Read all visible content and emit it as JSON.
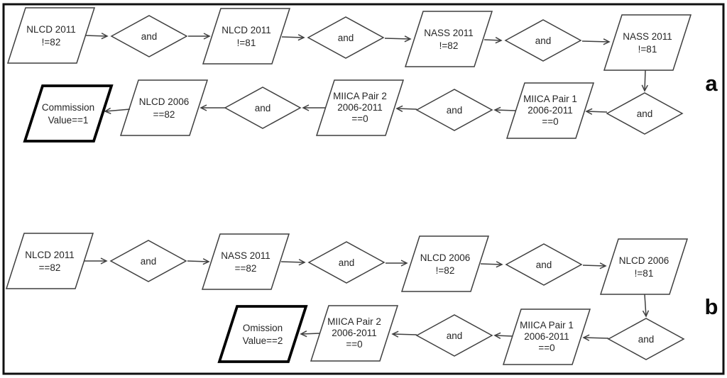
{
  "figure": {
    "frame_color": "#101010",
    "shape_stroke_color": "#3f3f3f",
    "result_stroke_color": "#000000",
    "text_color": "#262626"
  },
  "section_a": {
    "label": "a",
    "top_row": [
      {
        "type": "parallelogram",
        "lines": [
          "NLCD 2011",
          "!=82"
        ]
      },
      {
        "type": "decision",
        "lines": [
          "and"
        ]
      },
      {
        "type": "parallelogram",
        "lines": [
          "NLCD 2011",
          "!=81"
        ]
      },
      {
        "type": "decision",
        "lines": [
          "and"
        ]
      },
      {
        "type": "parallelogram",
        "lines": [
          "NASS 2011",
          "!=82"
        ]
      },
      {
        "type": "decision",
        "lines": [
          "and"
        ]
      },
      {
        "type": "parallelogram",
        "lines": [
          "NASS 2011",
          "!=81"
        ]
      }
    ],
    "bottom_row": [
      {
        "type": "decision",
        "lines": [
          "and"
        ]
      },
      {
        "type": "parallelogram",
        "lines": [
          "MIICA Pair 1",
          "2006-2011",
          "==0"
        ]
      },
      {
        "type": "decision",
        "lines": [
          "and"
        ]
      },
      {
        "type": "parallelogram",
        "lines": [
          "MIICA Pair 2",
          "2006-2011",
          "==0"
        ]
      },
      {
        "type": "decision",
        "lines": [
          "and"
        ]
      },
      {
        "type": "parallelogram",
        "lines": [
          "NLCD 2006",
          "==82"
        ]
      },
      {
        "type": "result",
        "lines": [
          "Commission",
          "Value==1"
        ]
      }
    ]
  },
  "section_b": {
    "label": "b",
    "top_row": [
      {
        "type": "parallelogram",
        "lines": [
          "NLCD 2011",
          "==82"
        ]
      },
      {
        "type": "decision",
        "lines": [
          "and"
        ]
      },
      {
        "type": "parallelogram",
        "lines": [
          "NASS 2011",
          "==82"
        ]
      },
      {
        "type": "decision",
        "lines": [
          "and"
        ]
      },
      {
        "type": "parallelogram",
        "lines": [
          "NLCD 2006",
          "!=82"
        ]
      },
      {
        "type": "decision",
        "lines": [
          "and"
        ]
      },
      {
        "type": "parallelogram",
        "lines": [
          "NLCD 2006",
          "!=81"
        ]
      }
    ],
    "bottom_row": [
      {
        "type": "decision",
        "lines": [
          "and"
        ]
      },
      {
        "type": "parallelogram",
        "lines": [
          "MIICA Pair 1",
          "2006-2011",
          "==0"
        ]
      },
      {
        "type": "decision",
        "lines": [
          "and"
        ]
      },
      {
        "type": "parallelogram",
        "lines": [
          "MIICA Pair 2",
          "2006-2011",
          "==0"
        ]
      },
      {
        "type": "result",
        "lines": [
          "Omission",
          "Value==2"
        ]
      }
    ]
  }
}
